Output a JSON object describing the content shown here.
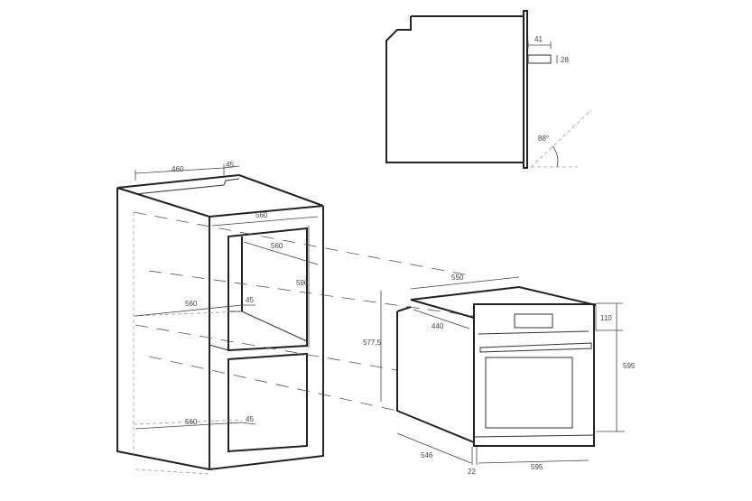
{
  "side_view": {
    "handle_depth": "41",
    "handle_height": "28",
    "door_angle": "88°"
  },
  "cabinet": {
    "top_depth": "460",
    "top_vent": "45",
    "opening_width_top": "560",
    "opening_depth": "560",
    "opening_height": "590",
    "shelf_depth": "560",
    "shelf_vent": "45",
    "bottom_depth": "560",
    "bottom_vent": "45"
  },
  "oven": {
    "niche_height": "577,5",
    "width_body": "550",
    "depth_top": "440",
    "panel_height": "110",
    "total_height": "595",
    "depth": "546",
    "front_thickness": "22",
    "front_width": "595"
  }
}
